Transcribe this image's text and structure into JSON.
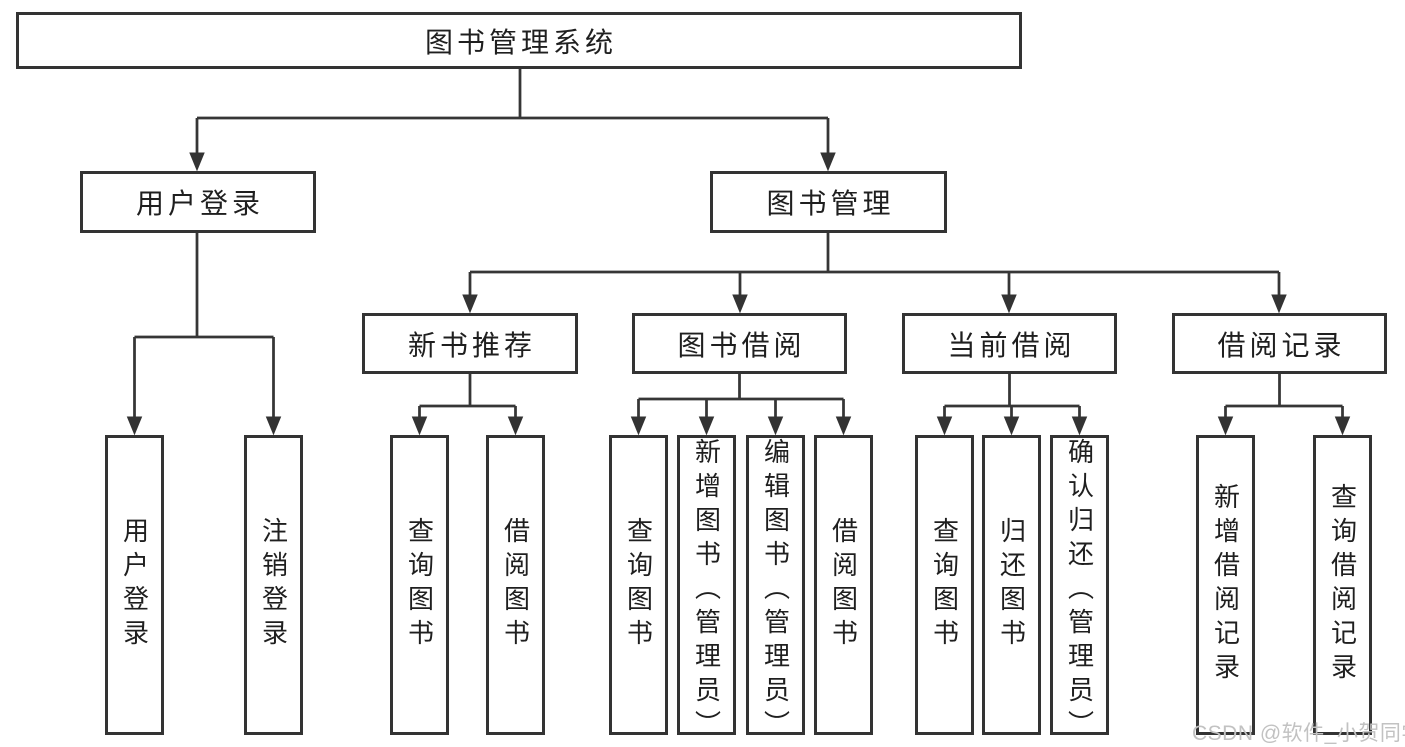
{
  "tree": {
    "label": "图书管理系统",
    "children": [
      {
        "label": "用户登录",
        "children": [
          {
            "label": "用户登录"
          },
          {
            "label": "注销登录"
          }
        ]
      },
      {
        "label": "图书管理",
        "children": [
          {
            "label": "新书推荐",
            "children": [
              {
                "label": "查询图书"
              },
              {
                "label": "借阅图书"
              }
            ]
          },
          {
            "label": "图书借阅",
            "children": [
              {
                "label": "查询图书"
              },
              {
                "label": "新增图书（管理员）"
              },
              {
                "label": "编辑图书（管理员）"
              },
              {
                "label": "借阅图书"
              }
            ]
          },
          {
            "label": "当前借阅",
            "children": [
              {
                "label": "查询图书"
              },
              {
                "label": "归还图书"
              },
              {
                "label": "确认归还（管理员）"
              }
            ]
          },
          {
            "label": "借阅记录",
            "children": [
              {
                "label": "新增借阅记录"
              },
              {
                "label": "查询借阅记录"
              }
            ]
          }
        ]
      }
    ]
  },
  "watermark": {
    "text": "CSDN @软件_小贺同学"
  },
  "colors": {
    "line": "#333333",
    "box_border": "#333333",
    "box_background": "#ffffff",
    "text": "#1f1f1f",
    "watermark": "#c2c2c2",
    "page_background": "#ffffff"
  }
}
